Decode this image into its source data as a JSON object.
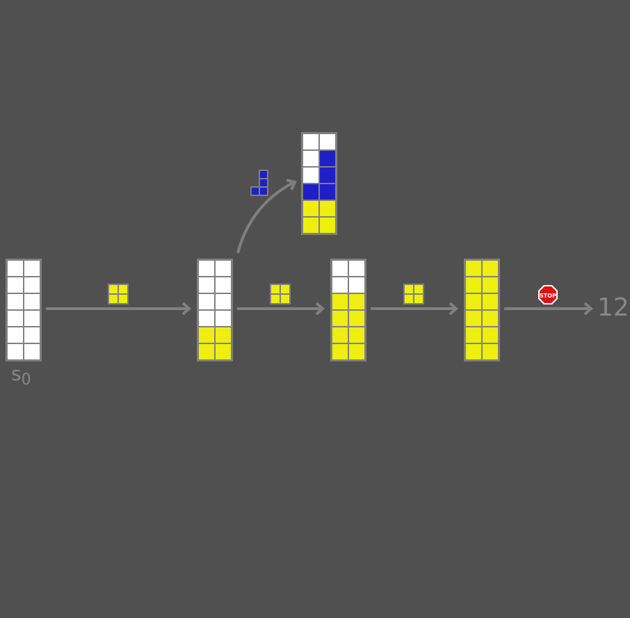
{
  "colors": {
    "background": "#505050",
    "grid": "#808080",
    "empty": "#ffffff",
    "yellow": "#eeee11",
    "blue": "#1f1fc8",
    "arrow": "#808080",
    "text": "#888888",
    "stop": "#dd1111"
  },
  "boards": [
    {
      "id": "s0",
      "rows": [
        [
          "w",
          "w"
        ],
        [
          "w",
          "w"
        ],
        [
          "w",
          "w"
        ],
        [
          "w",
          "w"
        ],
        [
          "w",
          "w"
        ],
        [
          "w",
          "w"
        ]
      ]
    },
    {
      "id": "s1",
      "rows": [
        [
          "w",
          "w"
        ],
        [
          "w",
          "w"
        ],
        [
          "w",
          "w"
        ],
        [
          "w",
          "w"
        ],
        [
          "y",
          "y"
        ],
        [
          "y",
          "y"
        ]
      ]
    },
    {
      "id": "s2",
      "rows": [
        [
          "w",
          "w"
        ],
        [
          "w",
          "w"
        ],
        [
          "y",
          "y"
        ],
        [
          "y",
          "y"
        ],
        [
          "y",
          "y"
        ],
        [
          "y",
          "y"
        ]
      ]
    },
    {
      "id": "s3",
      "rows": [
        [
          "y",
          "y"
        ],
        [
          "y",
          "y"
        ],
        [
          "y",
          "y"
        ],
        [
          "y",
          "y"
        ],
        [
          "y",
          "y"
        ],
        [
          "y",
          "y"
        ]
      ]
    },
    {
      "id": "branch",
      "rows": [
        [
          "w",
          "w"
        ],
        [
          "w",
          "b"
        ],
        [
          "w",
          "b"
        ],
        [
          "b",
          "b"
        ],
        [
          "y",
          "y"
        ],
        [
          "y",
          "y"
        ]
      ]
    }
  ],
  "pieces": [
    {
      "id": "o-piece-1",
      "type": "O",
      "color": "yellow"
    },
    {
      "id": "o-piece-2",
      "type": "O",
      "color": "yellow"
    },
    {
      "id": "o-piece-3",
      "type": "O",
      "color": "yellow"
    },
    {
      "id": "j-piece",
      "type": "J",
      "color": "blue"
    }
  ],
  "labels": {
    "start_state": "s",
    "start_state_sub": "0",
    "terminal_value": "12",
    "stop_sign": "STOP"
  },
  "icons": {
    "stop": "stop-sign-icon",
    "arrow": "arrow-right-icon"
  }
}
